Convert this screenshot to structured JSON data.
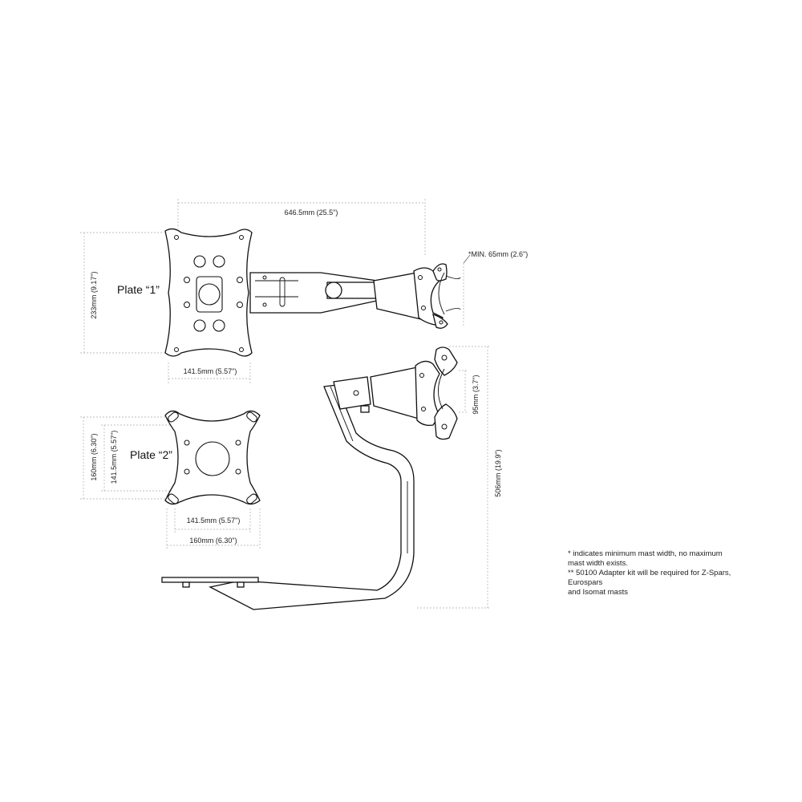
{
  "labels": {
    "plate1": "Plate “1”",
    "plate2": "Plate “2”"
  },
  "dimensions": {
    "overall_width": "646.5mm (25.5\")",
    "min_mast": "*MIN. 65mm (2.6\")",
    "plate1_height": "233mm (9.17\")",
    "plate1_width": "141.5mm (5.57\")",
    "clamp_height": "95mm (3.7\")",
    "mount_height": "506mm (19.9\")",
    "plate2_height_outer": "160mm (6.30\")",
    "plate2_height_inner": "141.5mm (5.57\")",
    "plate2_width_inner": "141.5mm (5.57\")",
    "plate2_width_outer": "160mm (6.30\")"
  },
  "notes": [
    "* indicates minimum mast width, no maximum",
    "mast width exists.",
    "** 50100 Adapter kit will be required for Z-Spars, Eurospars",
    "and Isomat masts"
  ]
}
